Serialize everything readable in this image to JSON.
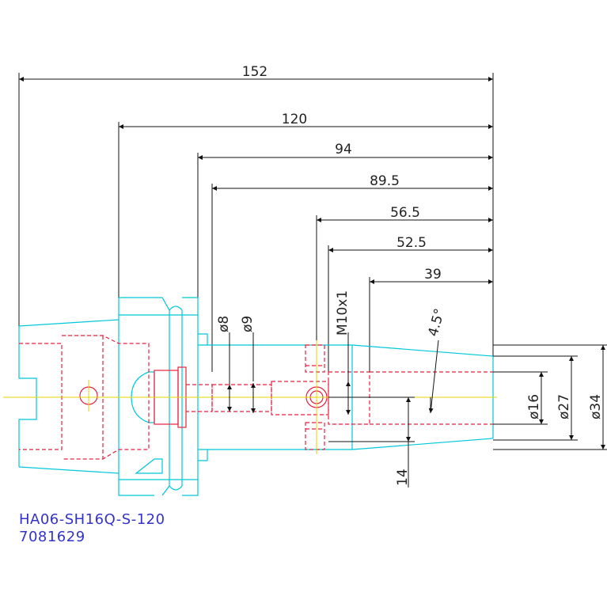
{
  "title_block": {
    "part_name": "HA06-SH16Q-S-120",
    "part_code": "7081629"
  },
  "dimensions": {
    "length_152": "152",
    "length_120": "120",
    "length_94": "94",
    "length_89_5": "89.5",
    "length_56_5": "56.5",
    "length_52_5": "52.5",
    "length_39": "39",
    "dia_8": "ø8",
    "dia_9": "ø9",
    "thread": "M10x1",
    "angle": "4.5°",
    "dia_16": "ø16",
    "dia_27": "ø27",
    "dia_34": "ø34",
    "offset_14": "14"
  },
  "colors": {
    "outline": "#00c8d8",
    "hidden": "#e8203c",
    "centerline": "#e6d400",
    "dimension": "#111111",
    "label": "#3333cc"
  }
}
